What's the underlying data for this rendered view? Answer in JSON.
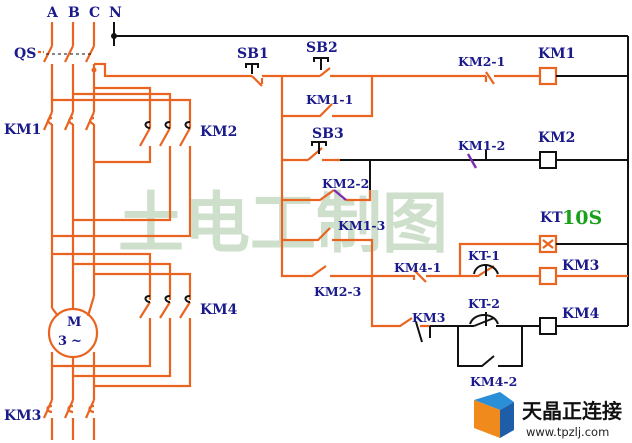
{
  "watermark": "土电工制图",
  "colors": {
    "main_circuit": "#ea6421",
    "control_wire": "#111111",
    "contact_highlight": "#7a2fb0",
    "label": "#1a1a8c",
    "timer_value": "#1aa01a",
    "watermark": "#c9dcc6"
  },
  "labels": {
    "phase_a": "A",
    "phase_b": "B",
    "phase_c": "C",
    "neutral": "N",
    "qs": "QS",
    "km1_main": "KM1",
    "km2_main": "KM2",
    "km4_main": "KM4",
    "km3_main": "KM3",
    "motor_m": "M",
    "motor_3": "3",
    "motor_ac": "~",
    "sb1": "SB1",
    "sb2": "SB2",
    "sb3": "SB3",
    "km1_1": "KM1-1",
    "km1_2": "KM1-2",
    "km1_3": "KM1-3",
    "km2_1": "KM2-1",
    "km2_2": "KM2-2",
    "km2_3": "KM2-3",
    "km4_1": "KM4-1",
    "km4_2": "KM4-2",
    "km3_ctrl": "KM3",
    "kt_1": "KT-1",
    "kt_2": "KT-2",
    "coil_km1": "KM1",
    "coil_km2": "KM2",
    "coil_kt": "KT",
    "timer_value": "10S",
    "coil_km3": "KM3",
    "coil_km4": "KM4"
  },
  "logo": {
    "brand": "天晶正连接",
    "url": "www.tpzlj.com"
  }
}
